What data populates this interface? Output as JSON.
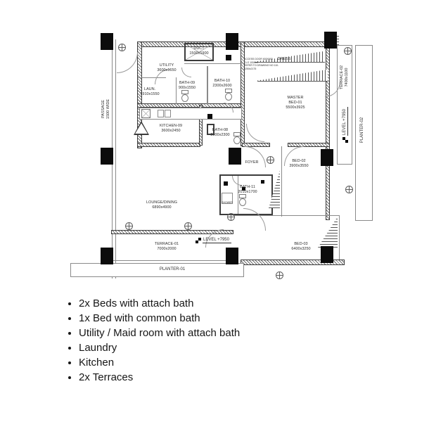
{
  "plan": {
    "rooms": [
      {
        "id": "passage",
        "lines": [
          "PASSAGE",
          "1500 WIDE"
        ]
      },
      {
        "id": "utility",
        "lines": [
          "UTILITY",
          "3600x1650"
        ]
      },
      {
        "id": "laundry",
        "lines": [
          "LAUN.",
          "1910x1550"
        ]
      },
      {
        "id": "duct",
        "lines": [
          "DUCT",
          "1500x1900"
        ]
      },
      {
        "id": "bath-09",
        "lines": [
          "BATH-09",
          "900x1550"
        ]
      },
      {
        "id": "bath-10",
        "lines": [
          "BATH-10",
          "2300x2600"
        ]
      },
      {
        "id": "kitchen",
        "lines": [
          "KITCHEN-09",
          "3600x2450"
        ]
      },
      {
        "id": "bath-08",
        "lines": [
          "BATH-08",
          "2000x2300"
        ]
      },
      {
        "id": "dress",
        "lines": [
          "DRESS"
        ]
      },
      {
        "id": "access-note",
        "lines": [
          "ACCESS DOOR 600X600",
          "CLG 100mm",
          "REFER TO DRAWING NO 110-9250x2175"
        ]
      },
      {
        "id": "master-bed",
        "lines": [
          "MASTER",
          "BED-01",
          "5500x3925"
        ]
      },
      {
        "id": "foyer",
        "lines": [
          "FOYER"
        ]
      },
      {
        "id": "bed-02",
        "lines": [
          "BED-02",
          "3900x3550"
        ]
      },
      {
        "id": "bath-11",
        "lines": [
          "BATH-11",
          "2010x1700"
        ]
      },
      {
        "id": "shower",
        "lines": [
          "SHOWER"
        ]
      },
      {
        "id": "lounge",
        "lines": [
          "LOUNGE/DINING",
          "6890x4900"
        ]
      },
      {
        "id": "terrace-01",
        "lines": [
          "TERRACE-01",
          "7000x2000"
        ]
      },
      {
        "id": "planter-01",
        "lines": [
          "PLANTER-01"
        ]
      },
      {
        "id": "bed-03",
        "lines": [
          "BED-03",
          "6400x3250"
        ]
      },
      {
        "id": "terrace-02",
        "lines": [
          "TERRACE-02",
          "7400x1100"
        ]
      },
      {
        "id": "planter-02",
        "lines": [
          "PLANTER-02"
        ]
      }
    ],
    "levels": {
      "bottom": "LEVEL +7950",
      "right": "LEVEL +7950"
    }
  },
  "legend": {
    "items": [
      "2x Beds with attach bath",
      "1x Bed with common bath",
      "Utility / Maid  room with attach bath",
      "Laundry",
      "Kitchen",
      "2x Terraces"
    ]
  },
  "colors": {
    "ink": "#161616",
    "line": "#8a8a8a",
    "wall": "#3c3c3c"
  }
}
